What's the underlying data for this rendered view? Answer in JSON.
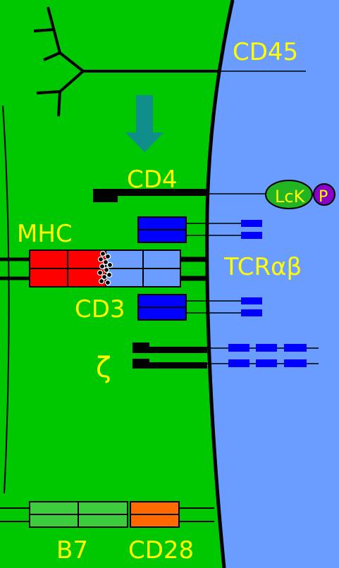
{
  "labels": {
    "cd45": "CD45",
    "cd4": "CD4",
    "lck": "LcK",
    "phospho": "P",
    "mhc": "MHC",
    "tcr": "TCRαβ",
    "cd3": "CD3",
    "zeta": "ζ",
    "b7": "B7",
    "cd28": "CD28"
  },
  "colors": {
    "apc_background": "#00c800",
    "tcell_background": "#6b9cff",
    "membrane": "#000000",
    "label_text": "#ffff00",
    "mhc": "#ff0000",
    "tcr": "#6b9cff",
    "cd3_zeta_chains": "#0000ff",
    "arrow": "#0f8e8c",
    "b7": "#3ccc3c",
    "cd28": "#ff6a00",
    "lck": "#22b422",
    "phospho": "#8a00c8"
  },
  "icons": {
    "arrow": "down-arrow-icon",
    "peptide": "peptide-cluster-icon"
  }
}
